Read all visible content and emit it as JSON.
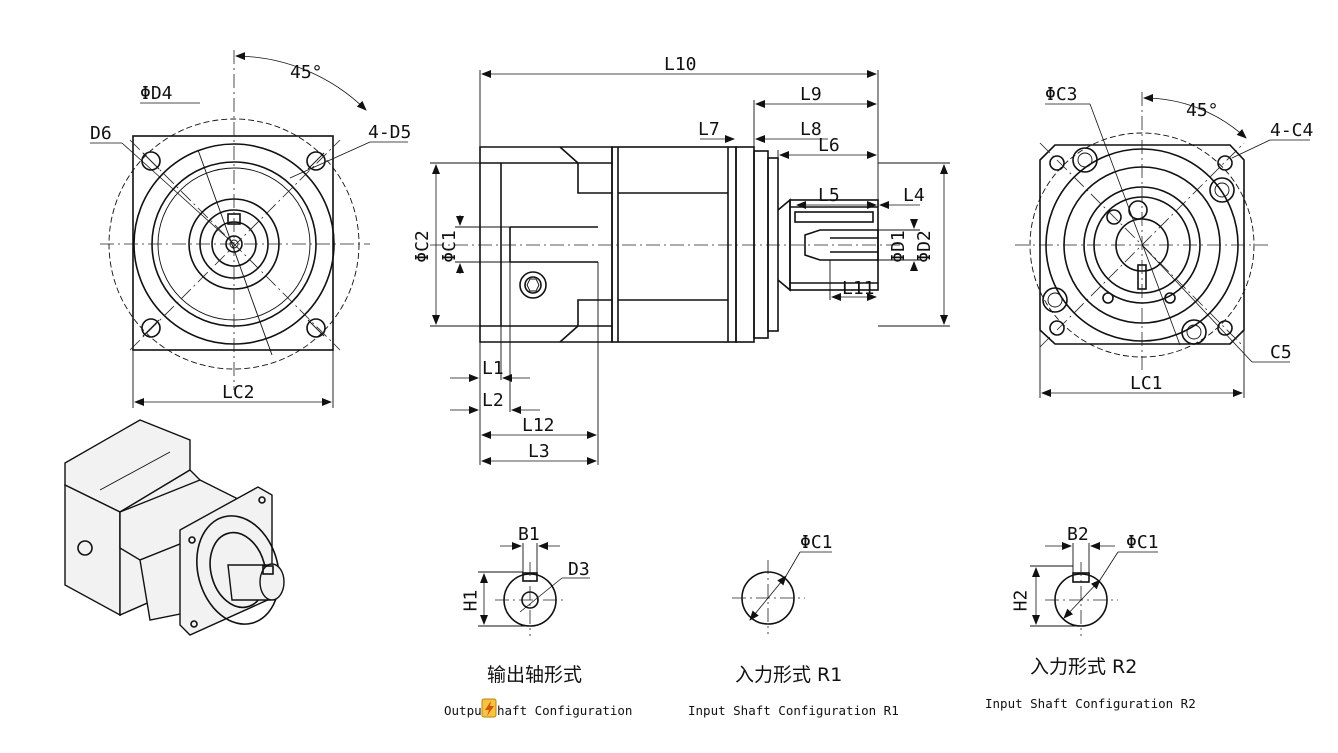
{
  "labels": {
    "angle_front": "45°",
    "phi_d4": "ΦD4",
    "d6": "D6",
    "four_d5": "4-D5",
    "lc2": "LC2",
    "l10": "L10",
    "l9": "L9",
    "l7": "L7",
    "l8": "L8",
    "l6": "L6",
    "l5": "L5",
    "l4": "L4",
    "phi_c2": "ΦC2",
    "phi_c1": "ΦC1",
    "phi_d1": "ΦD1",
    "phi_d2": "ΦD2",
    "l11": "L11",
    "l1": "L1",
    "l2": "L2",
    "l12": "L12",
    "l3": "L3",
    "phi_c3": "ΦC3",
    "angle_rear": "45°",
    "four_c4": "4-C4",
    "c5": "C5",
    "lc1": "LC1",
    "b1": "B1",
    "d3": "D3",
    "h1": "H1",
    "phi_c1_r1": "ΦC1",
    "b2": "B2",
    "phi_c1_r2": "ΦC1",
    "h2": "H2"
  },
  "captions": {
    "output_cn": "输出轴形式",
    "output_en_a": "Outpu",
    "output_en_b": "haft Configuration",
    "r1_cn": "入力形式 R1",
    "r1_en": "Input Shaft Configuration R1",
    "r2_cn": "入力形式 R2",
    "r2_en": "Input Shaft Configuration R2"
  },
  "colors": {
    "line": "#111111",
    "badge": "#f6c342"
  },
  "icons": {
    "badge": "lightning-bolt-icon"
  }
}
